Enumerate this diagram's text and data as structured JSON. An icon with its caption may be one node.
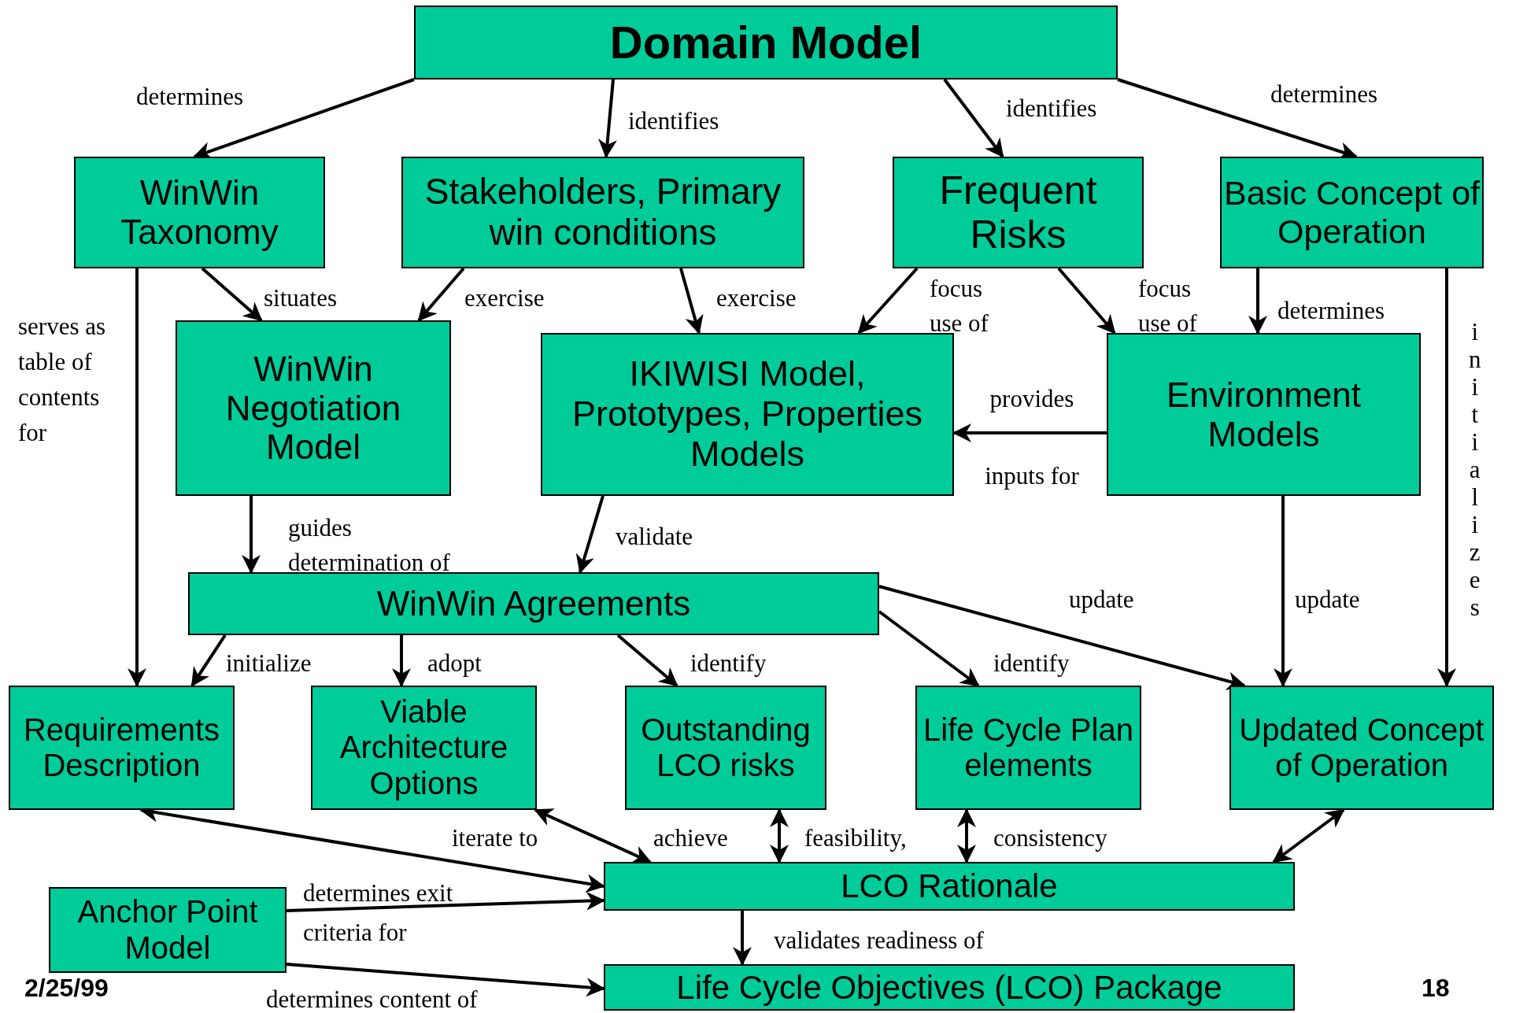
{
  "diagram": {
    "nodes": [
      {
        "text": [
          "Domain Model"
        ]
      },
      {
        "text": [
          "WinWin Taxonomy"
        ]
      },
      {
        "text": [
          "Stakeholders, Primary win conditions"
        ]
      },
      {
        "text": [
          "Frequent Risks"
        ]
      },
      {
        "text": [
          "Basic Concept of Operation"
        ]
      },
      {
        "text": [
          "WinWin Negotiation Model"
        ]
      },
      {
        "text": [
          "IKIWISI Model, Prototypes, Properties Models"
        ]
      },
      {
        "text": [
          "Environment Models"
        ]
      },
      {
        "text": [
          "WinWin Agreements"
        ]
      },
      {
        "text": [
          "Requirements Description"
        ]
      },
      {
        "text": [
          "Viable Architecture Options"
        ]
      },
      {
        "text": [
          "Outstanding LCO risks"
        ]
      },
      {
        "text": [
          "Life Cycle Plan elements"
        ]
      },
      {
        "text": [
          "Updated Concept of Operation"
        ]
      },
      {
        "text": [
          "LCO Rationale"
        ]
      },
      {
        "text": [
          "Anchor Point Model"
        ]
      },
      {
        "text": [
          "Life Cycle Objectives (LCO) Package"
        ]
      }
    ],
    "edges": [
      {
        "from": 0,
        "to": 1,
        "arrow": "to",
        "label": "determines"
      },
      {
        "from": 0,
        "to": 2,
        "arrow": "to",
        "label": "identifies"
      },
      {
        "from": 0,
        "to": 3,
        "arrow": "to",
        "label": "identifies"
      },
      {
        "from": 0,
        "to": 4,
        "arrow": "to",
        "label": "determines"
      },
      {
        "from": 1,
        "to": 5,
        "arrow": "to",
        "label": "situates"
      },
      {
        "from": 1,
        "to": 9,
        "arrow": "to",
        "label": "serves as table of contents for"
      },
      {
        "from": 2,
        "to": 5,
        "arrow": "to",
        "label": "exercise"
      },
      {
        "from": 2,
        "to": 6,
        "arrow": "to",
        "label": "exercise"
      },
      {
        "from": 3,
        "to": 6,
        "arrow": "to",
        "label": "focus use of"
      },
      {
        "from": 3,
        "to": 7,
        "arrow": "to",
        "label": "focus use of"
      },
      {
        "from": 4,
        "to": 7,
        "arrow": "to",
        "label": "determines"
      },
      {
        "from": 4,
        "to": 13,
        "arrow": "to",
        "label": "initializes"
      },
      {
        "from": 7,
        "to": 6,
        "arrow": "to",
        "label": "provides inputs for"
      },
      {
        "from": 5,
        "to": 8,
        "arrow": "to",
        "label": "guides determination of"
      },
      {
        "from": 6,
        "to": 8,
        "arrow": "to",
        "label": "validate"
      },
      {
        "from": 7,
        "to": 13,
        "arrow": "to",
        "label": "update"
      },
      {
        "from": 8,
        "to": 9,
        "arrow": "to",
        "label": "initialize"
      },
      {
        "from": 8,
        "to": 10,
        "arrow": "to",
        "label": "adopt"
      },
      {
        "from": 8,
        "to": 11,
        "arrow": "to",
        "label": "identify"
      },
      {
        "from": 8,
        "to": 12,
        "arrow": "to",
        "label": "identify"
      },
      {
        "from": 8,
        "to": 13,
        "arrow": "to",
        "label": "update"
      },
      {
        "from": 14,
        "to": 9,
        "arrow": "both",
        "label": "iterate to"
      },
      {
        "from": 14,
        "to": 10,
        "arrow": "both",
        "label": "achieve"
      },
      {
        "from": 14,
        "to": 11,
        "arrow": "both",
        "label": "feasibility,"
      },
      {
        "from": 14,
        "to": 12,
        "arrow": "both",
        "label": "consistency"
      },
      {
        "from": 14,
        "to": 13,
        "arrow": "both"
      },
      {
        "from": 15,
        "to": 14,
        "arrow": "to",
        "label": "determines exit criteria for"
      },
      {
        "from": 15,
        "to": 16,
        "arrow": "to",
        "label": "determines content of"
      },
      {
        "from": 14,
        "to": 16,
        "arrow": "to",
        "label": "validates readiness of"
      }
    ],
    "labels": [
      "2/25/99",
      "18"
    ]
  }
}
